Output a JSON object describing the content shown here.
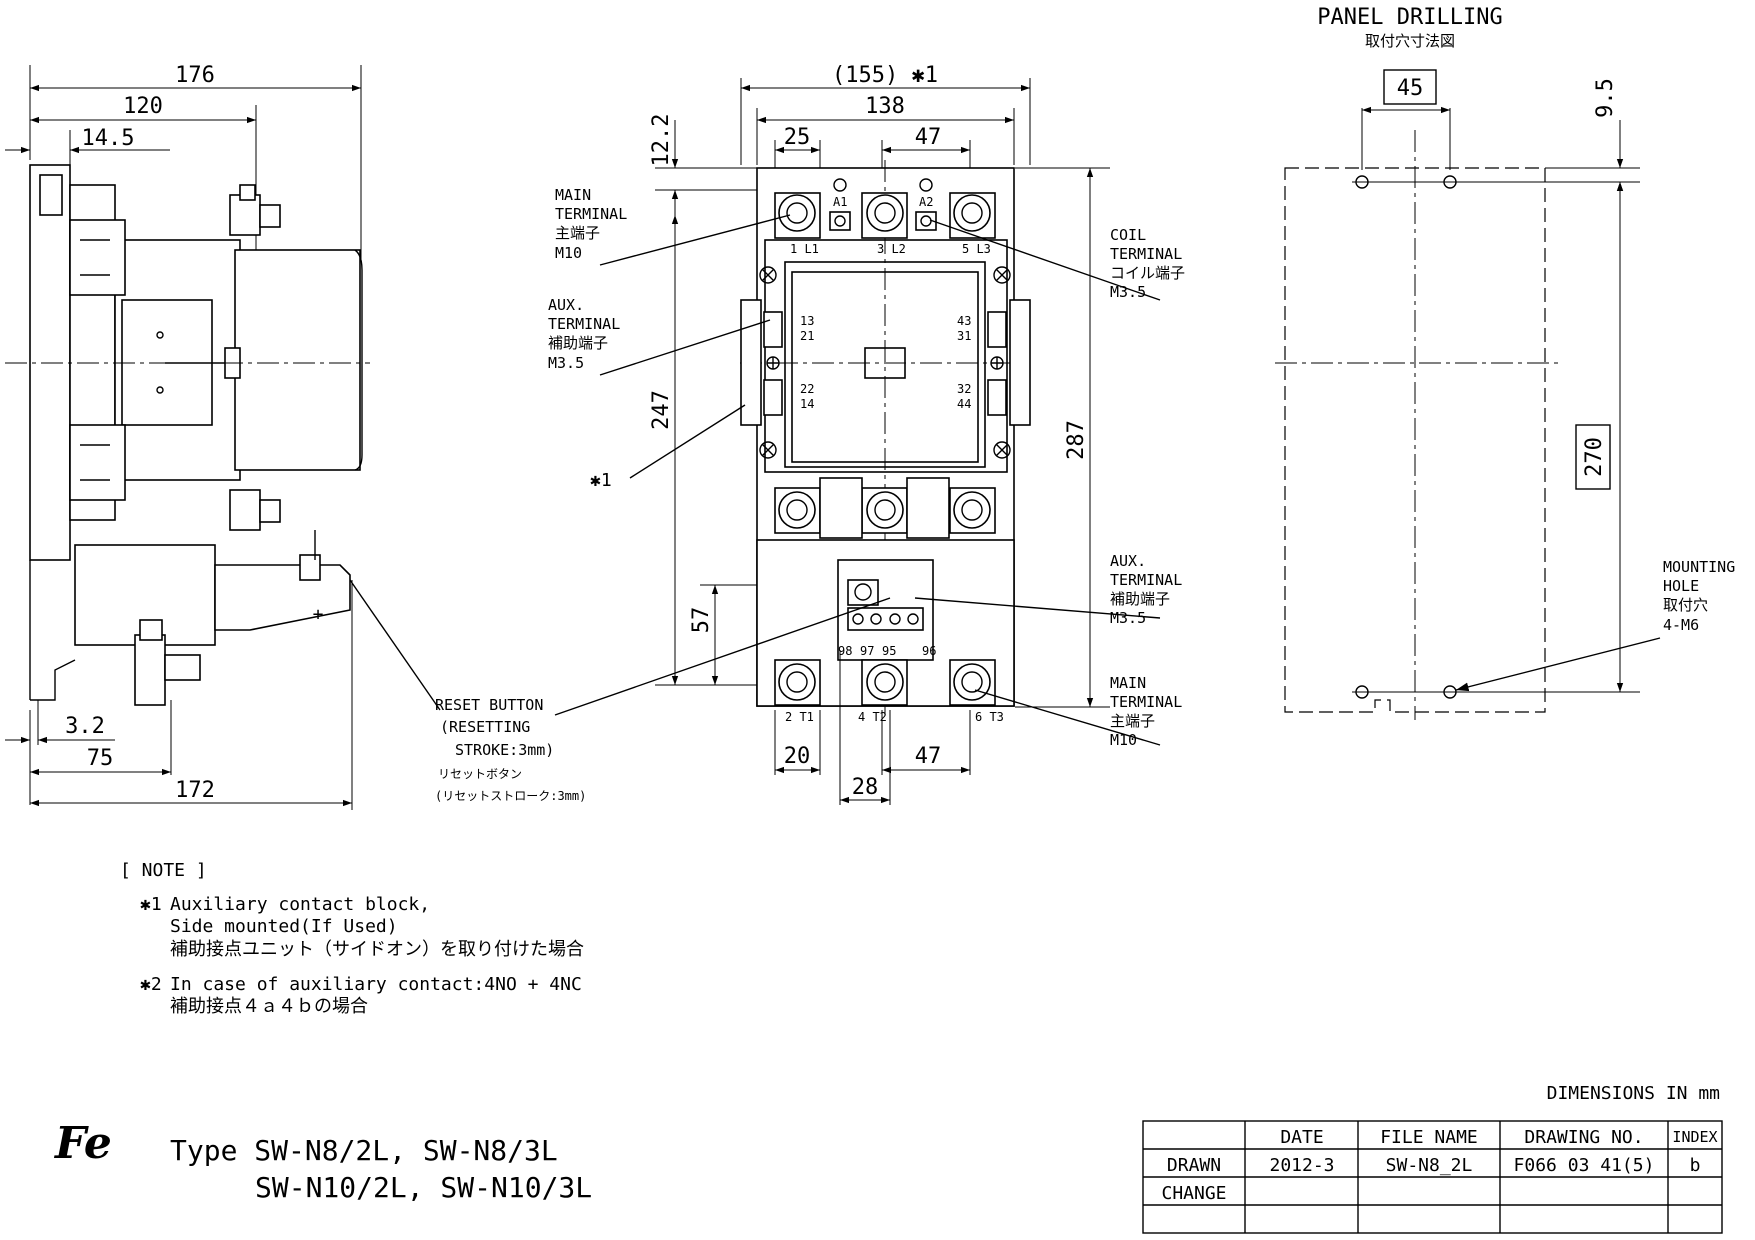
{
  "panel": {
    "title": "PANEL DRILLING",
    "title_jp": "取付穴寸法図",
    "dim_top": "45",
    "dim_right": "9.5",
    "dim_height": "270",
    "mount_label": [
      "MOUNTING",
      "HOLE",
      "取付穴",
      "4-M6"
    ]
  },
  "side_view": {
    "dims": [
      "176",
      "120",
      "14.5",
      "3.2",
      "75",
      "172"
    ]
  },
  "front_view": {
    "dims": [
      "(155) ✱1",
      "138",
      "25",
      "47",
      "12.2",
      "247",
      "287",
      "57",
      "20",
      "28",
      "47"
    ],
    "callouts": {
      "main_top": [
        "MAIN",
        "TERMINAL",
        "主端子",
        "M10"
      ],
      "aux_left": [
        "AUX.",
        "TERMINAL",
        "補助端子",
        "M3.5"
      ],
      "star1": "✱1",
      "coil": [
        "COIL",
        "TERMINAL",
        "コイル端子",
        "M3.5"
      ],
      "aux_right": [
        "AUX.",
        "TERMINAL",
        "補助端子",
        "M3.5"
      ],
      "main_bottom": [
        "MAIN",
        "TERMINAL",
        "主端子",
        "M10"
      ],
      "reset": [
        "RESET BUTTON",
        "(RESETTING",
        "STROKE:3mm)",
        "リセットボタン",
        "(リセットストローク:3mm)"
      ]
    },
    "terminal_labels": [
      "1 L1",
      "3 L2",
      "5 L3",
      "A1",
      "A2",
      "13",
      "21",
      "43",
      "31",
      "22",
      "14",
      "32",
      "44",
      "98",
      "97",
      "95",
      "96",
      "2 T1",
      "4 T2",
      "6 T3"
    ]
  },
  "notes": {
    "header": "[ NOTE ]",
    "n1_mark": "✱1",
    "n1_line1": "Auxiliary contact block,",
    "n1_line2": "Side mounted(If Used)",
    "n1_line3": "補助接点ユニット（サイドオン）を取り付けた場合",
    "n2_mark": "✱2",
    "n2_line1": "In case of auxiliary contact:4NO + 4NC",
    "n2_line2": "補助接点４ａ４ｂの場合"
  },
  "title_block": {
    "logo": "Fe",
    "type_line1": "Type SW-N8/2L, SW-N8/3L",
    "type_line2": "SW-N10/2L, SW-N10/3L",
    "units": "DIMENSIONS IN mm",
    "headers": [
      "",
      "DATE",
      "FILE NAME",
      "DRAWING NO.",
      "INDEX"
    ],
    "rows": [
      [
        "DRAWN",
        "2012-3",
        "SW-N8_2L",
        "F066 03 41(5)",
        "b"
      ],
      [
        "CHANGE",
        "",
        "",
        "",
        ""
      ],
      [
        "",
        "",
        "",
        "",
        ""
      ]
    ]
  }
}
